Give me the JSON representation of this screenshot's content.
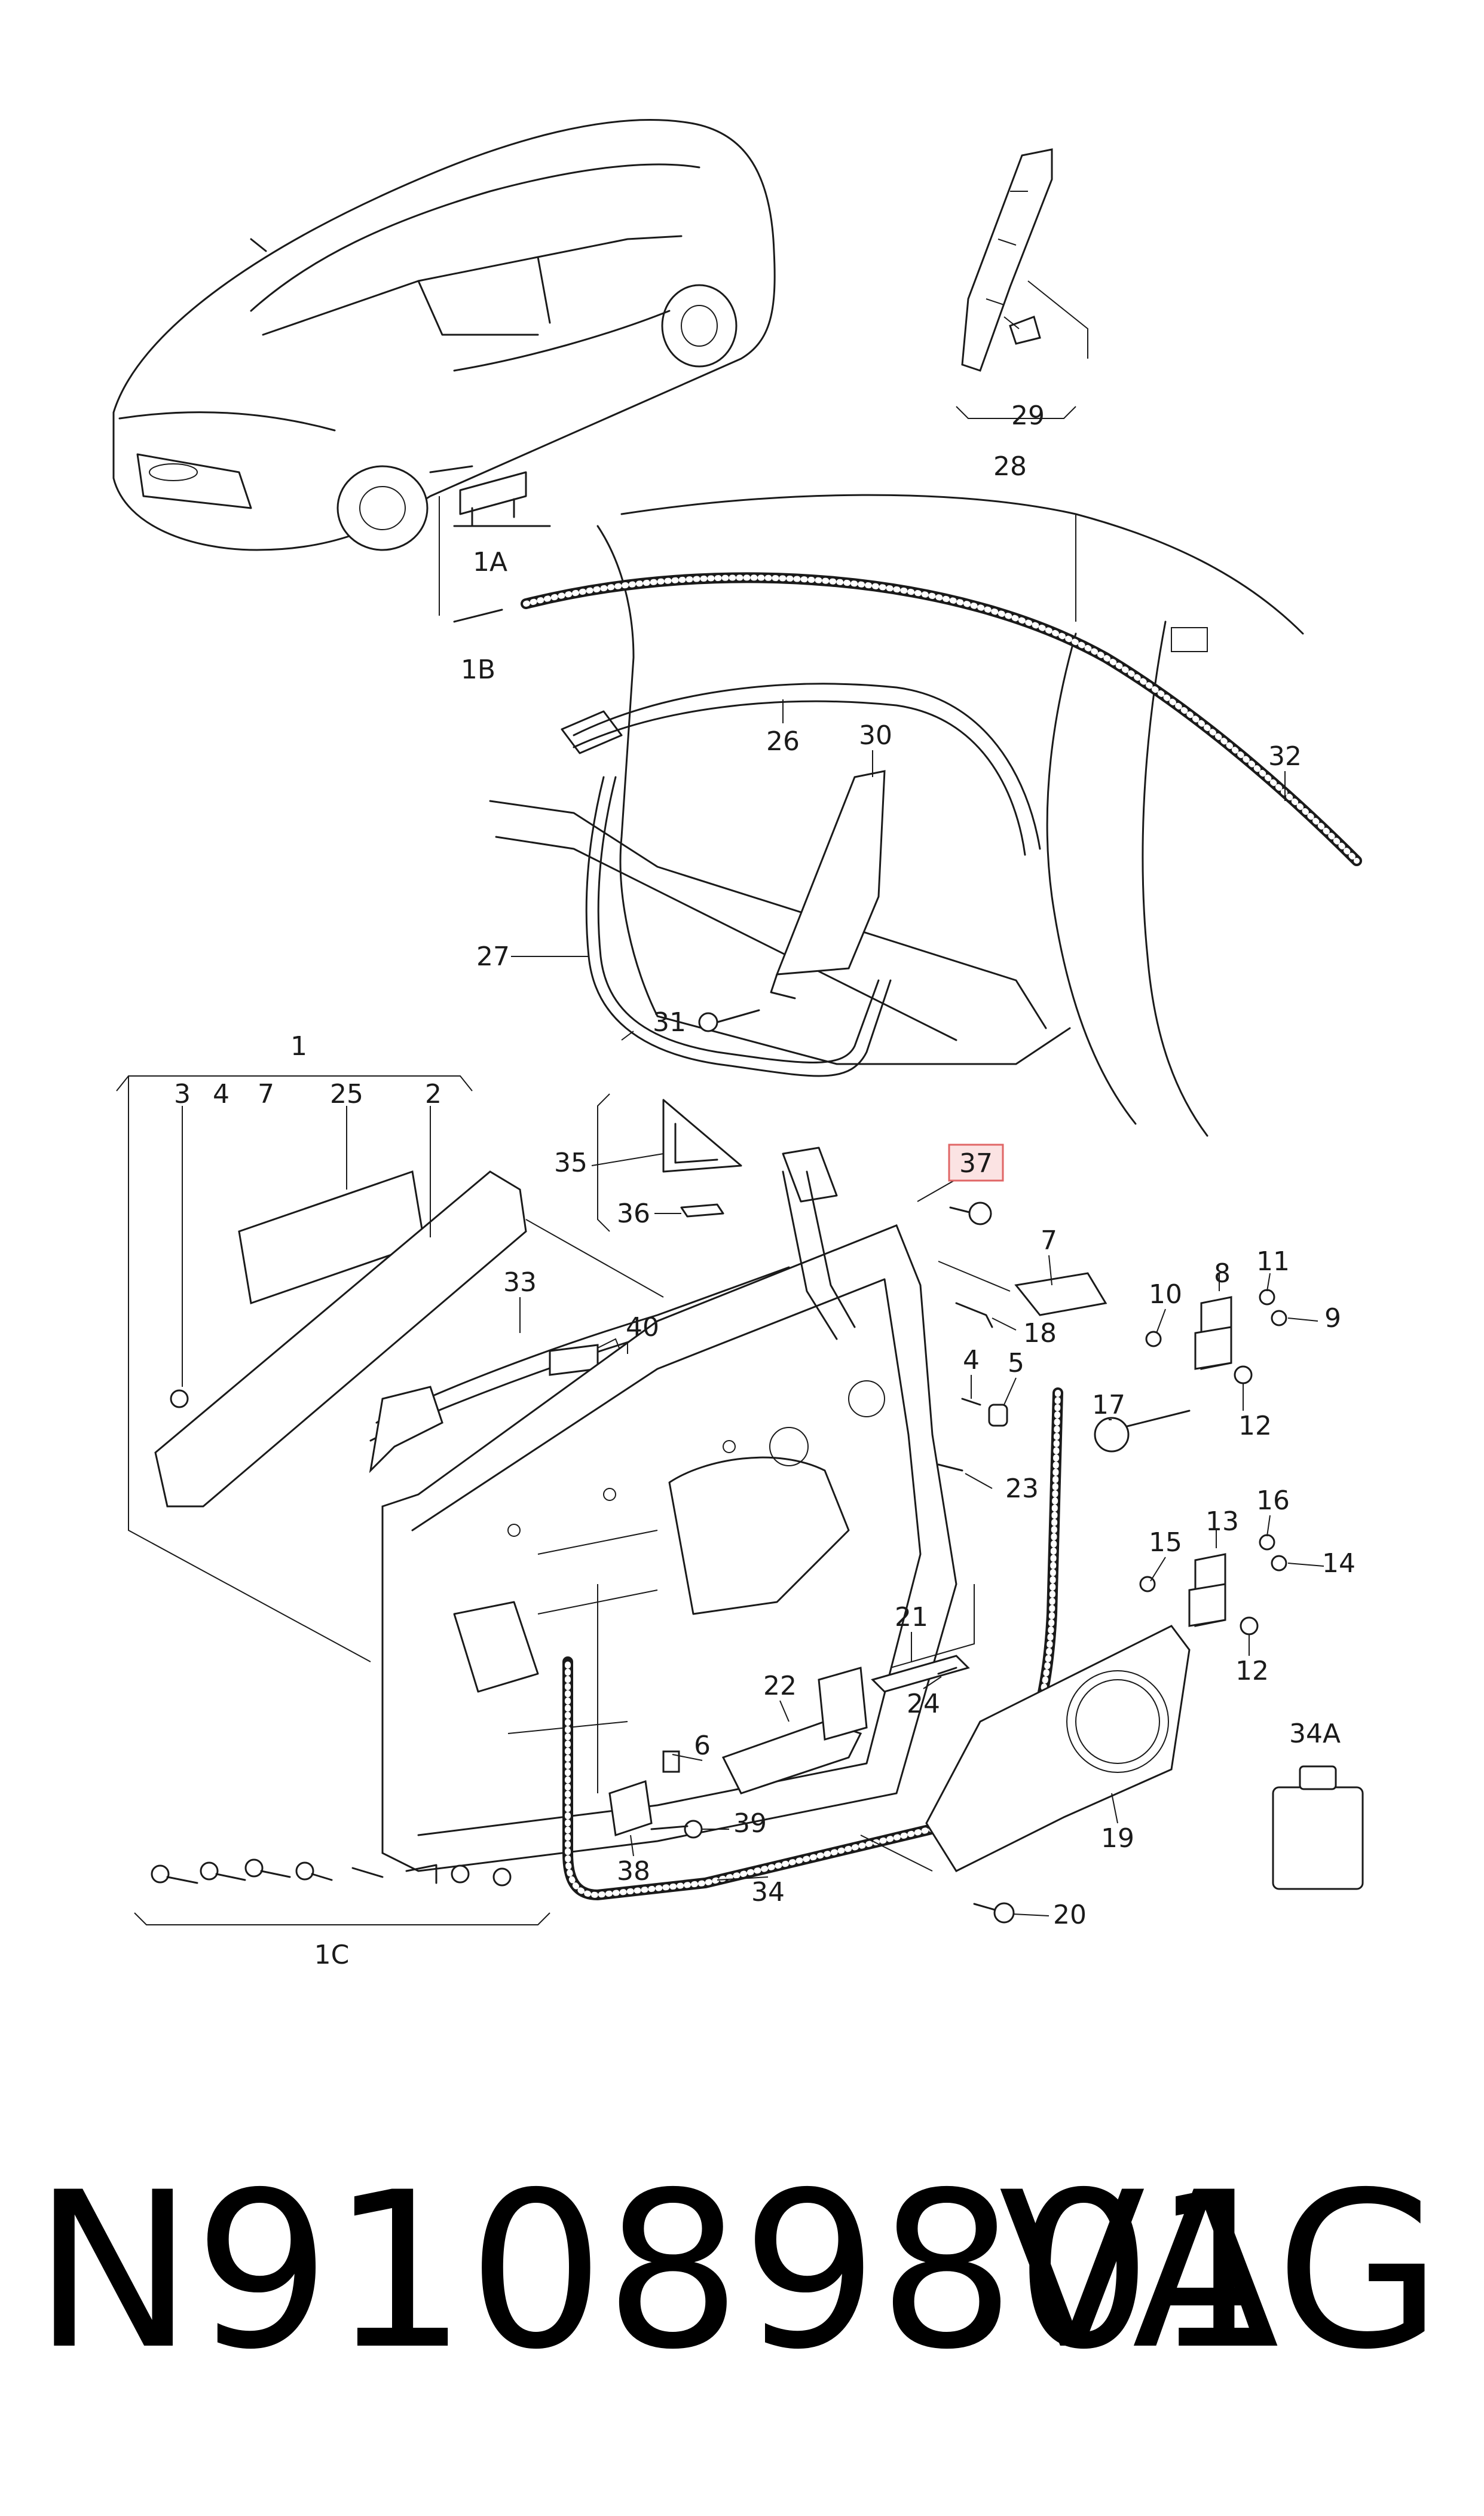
{
  "diagram": {
    "callouts": {
      "c1": "1",
      "c1A": "1A",
      "c1B": "1B",
      "c1C": "1C",
      "c2": "2",
      "c3": "3",
      "c4a": "4",
      "c4b": "4",
      "c5": "5",
      "c6": "6",
      "c7a": "7",
      "c7b": "7",
      "c8": "8",
      "c9": "9",
      "c10": "10",
      "c11": "11",
      "c12a": "12",
      "c12b": "12",
      "c13": "13",
      "c14": "14",
      "c15": "15",
      "c16": "16",
      "c17": "17",
      "c18": "18",
      "c19": "19",
      "c20": "20",
      "c21": "21",
      "c22": "22",
      "c23": "23",
      "c24": "24",
      "c25": "25",
      "c26": "26",
      "c27": "27",
      "c28": "28",
      "c29": "29",
      "c30": "30",
      "c31": "31",
      "c32": "32",
      "c33": "33",
      "c34": "34",
      "c34A": "34A",
      "c35": "35",
      "c36": "36",
      "c37": "37",
      "c38": "38",
      "c39": "39",
      "c40": "40"
    },
    "highlight_color": "#e06666"
  },
  "footer": {
    "part_number": "N91089801",
    "brand": "VAG"
  }
}
